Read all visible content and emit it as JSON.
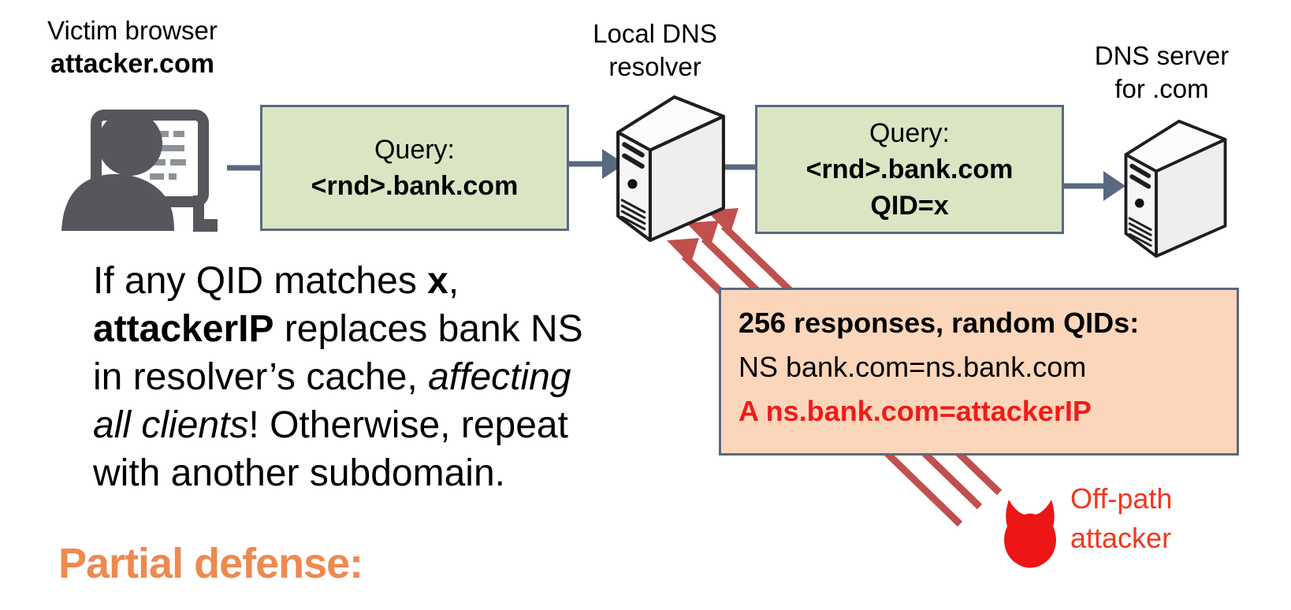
{
  "victim": {
    "title": "Victim browser",
    "subtitle": "attacker.com"
  },
  "query_box_1": {
    "title": "Query:",
    "value": "<rnd>.bank.com"
  },
  "resolver": {
    "title": "Local DNS",
    "subtitle": "resolver"
  },
  "query_box_2": {
    "title": "Query:",
    "value": "<rnd>.bank.com",
    "qid": "QID=x"
  },
  "com_server": {
    "title": "DNS server",
    "subtitle": "for .com"
  },
  "explanation": {
    "segments": [
      {
        "t": "If any QID matches "
      },
      {
        "t": "x",
        "b": true
      },
      {
        "t": ","
      },
      {
        "br": true
      },
      {
        "t": "attackerIP",
        "b": true
      },
      {
        "t": " replaces bank NS"
      },
      {
        "br": true
      },
      {
        "t": "in resolver’s cache, "
      },
      {
        "t": "affecting",
        "i": true
      },
      {
        "br": true
      },
      {
        "t": "all clients",
        "i": true
      },
      {
        "t": "! Otherwise, repeat"
      },
      {
        "br": true
      },
      {
        "t": "with another subdomain."
      }
    ]
  },
  "attack_box": {
    "heading": "256 responses, random QIDs:",
    "line_ns": "NS bank.com=ns.bank.com",
    "line_a": "A ns.bank.com=attackerIP"
  },
  "attacker": {
    "title": "Off-path",
    "subtitle": "attacker"
  },
  "footer": {
    "heading": "Partial defense:"
  },
  "icons": {
    "victim": "person-at-laptop-icon",
    "resolver": "server-tower-icon",
    "com_server": "server-tower-icon",
    "attacker": "devil-icon"
  },
  "colors": {
    "box_green": "#d9e5c3",
    "box_orange": "#fcd6ba",
    "border_slate": "#5a6880",
    "arrow_slate": "#5a6880",
    "arrow_red": "#c0504d",
    "devil_red": "#ed1515",
    "alert_red": "#ee1c1c",
    "attacker_label_red": "#f1371f",
    "defense_orange": "#ed8a50",
    "icon_gray": "#55575c"
  }
}
